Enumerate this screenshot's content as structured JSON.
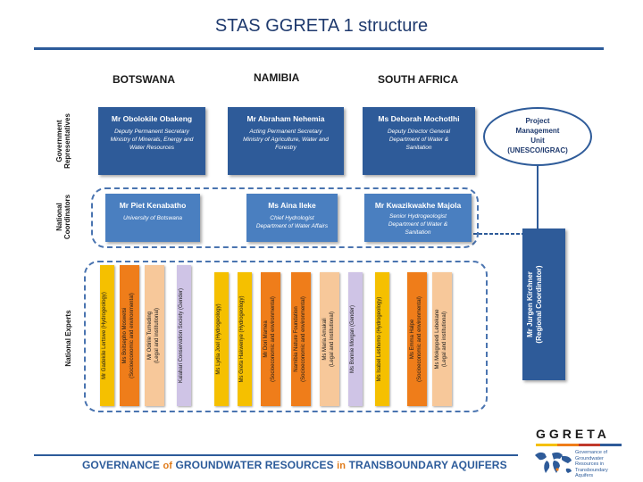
{
  "title": "STAS GGRETA 1 structure",
  "countries": [
    "BOTSWANA",
    "NAMIBIA",
    "SOUTH AFRICA"
  ],
  "row_labels": {
    "government": [
      "Government",
      "Representatives"
    ],
    "coordinators": [
      "National",
      "Coordinators"
    ],
    "experts": "National Experts"
  },
  "government": [
    {
      "name": "Mr Obolokile Obakeng",
      "role": [
        "Deputy Permanent Secretary",
        "Ministry of Minerals, Energy and",
        "Water Resources"
      ]
    },
    {
      "name": "Mr Abraham Nehemia",
      "role": [
        "Acting Permanent Secretary",
        "Ministry of Agriculture, Water and",
        "Forestry"
      ]
    },
    {
      "name": "Ms Deborah Mochotlhi",
      "role": [
        "Deputy Director General",
        "Department of Water &",
        "Sanitation"
      ]
    }
  ],
  "pmu": [
    "Project",
    "Management",
    "Unit",
    "(UNESCO/IGRAC)"
  ],
  "coordinators": [
    {
      "name": "Mr Piet Kenabatho",
      "role": [
        "University of Botswana"
      ]
    },
    {
      "name": "Ms Aina Ileke",
      "role": [
        "Chief Hydrologist",
        "Department of Water Affairs"
      ]
    },
    {
      "name": "Mr Kwazikwakhe Majola",
      "role": [
        "Senior Hydrogeologist",
        "Department of Water &",
        "Sanitation"
      ]
    }
  ],
  "regional_coordinator": [
    "Mr Jurgen Kirchner",
    "(Regional Coordinator)"
  ],
  "experts": {
    "botswana": [
      {
        "lines": [
          "Mr Gadekile Lertswe (Hydrogeology)"
        ],
        "color": "yellow"
      },
      {
        "lines": [
          "Ms Boitsepho Moswetsi",
          "(Socioeconomic and environmental)"
        ],
        "color": "orange"
      },
      {
        "lines": [
          "Mr Odirile Tumeding",
          "(Legal and institutional)"
        ],
        "color": "peach"
      },
      {
        "lines": [
          "Kalahari Conservation Society (Gender)"
        ],
        "color": "lav"
      }
    ],
    "namibia": [
      {
        "lines": [
          "Ms Lydia Joel (Hydrogeology)"
        ],
        "color": "yellow"
      },
      {
        "lines": [
          "Ms Greta Hakwenye (Hydrogeology)"
        ],
        "color": "yellow"
      },
      {
        "lines": [
          "Mr Dori Mamea",
          "(Socioeconomic and environmental)"
        ],
        "color": "orange"
      },
      {
        "lines": [
          "Namibia Nature Foundation",
          "(Socioeconomic and environmental)"
        ],
        "color": "orange"
      },
      {
        "lines": [
          "Ms Maria Amakali",
          "(Legal and institutional)"
        ],
        "color": "peach"
      },
      {
        "lines": [
          "Ms Bonnie Morgan (Gender)"
        ],
        "color": "lav"
      }
    ],
    "south_africa": [
      {
        "lines": [
          "Ms Isabel Leshomo (Hydrogeology)"
        ],
        "color": "yellow"
      },
      {
        "lines": [
          "Ms Emma Halpe",
          "(Socioeconomic and environmental)"
        ],
        "color": "orange"
      },
      {
        "lines": [
          "Ms Mokgopedi Lebekane",
          "(Legal and institutional)"
        ],
        "color": "peach"
      }
    ]
  },
  "tagline": {
    "part1": "GOVERNANCE",
    "part2": "of",
    "part3": "GROUNDWATER RESOURCES",
    "part4": "in",
    "part5": "TRANSBOUNDARY AQUIFERS"
  },
  "logo": {
    "word": "GGRETA",
    "sub": [
      "Governance of",
      "Groundwater",
      "Resources in",
      "Transboundary",
      "Aquifers"
    ]
  },
  "colors": {
    "blue": "#2e5b99",
    "light_blue": "#4a7fc0",
    "yellow": "#f5c000",
    "orange": "#ef7d1a",
    "peach": "#f7c89a",
    "lavender": "#cfc4e6"
  }
}
